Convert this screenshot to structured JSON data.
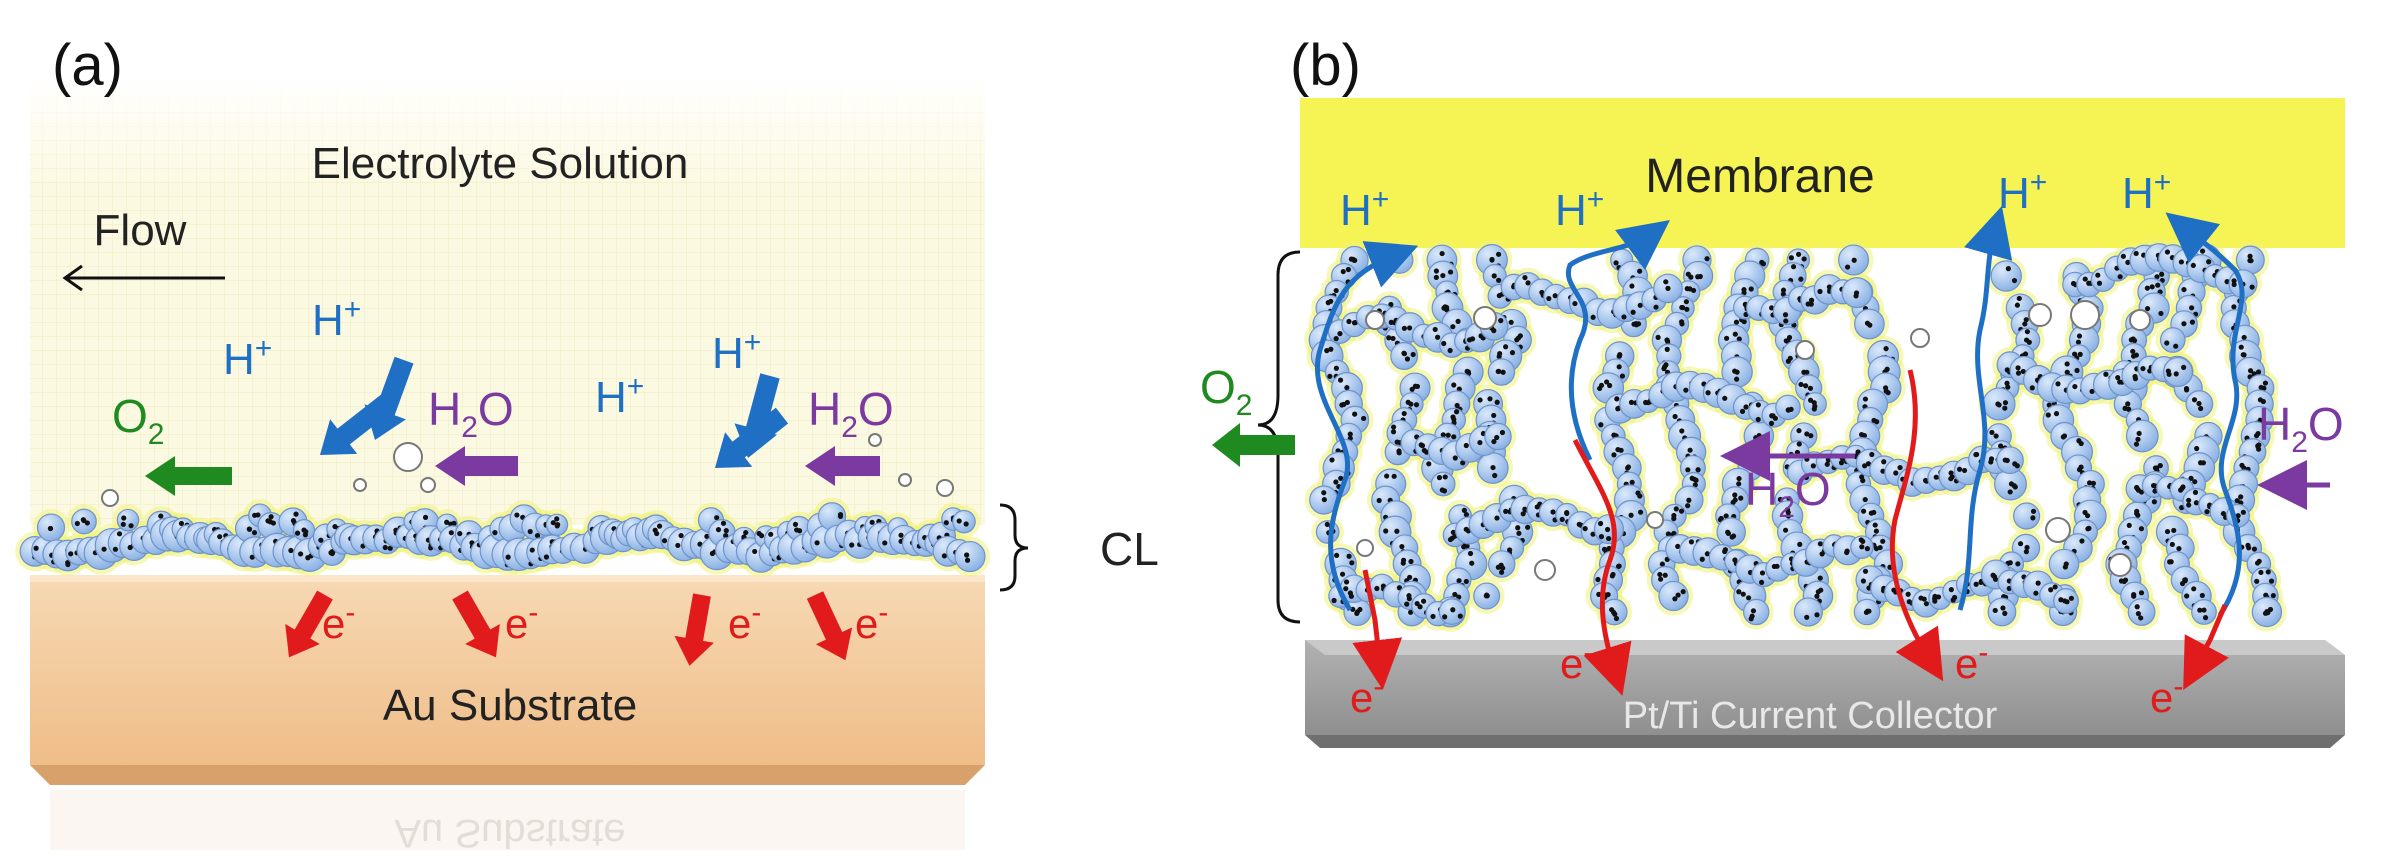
{
  "colors": {
    "electrolyte": "#fbf7d8",
    "substrate": "#f2c594",
    "membrane": "#f6f455",
    "collector": "#9c9c9c",
    "particle": "#a9c8f0",
    "proton": "#1f6fc4",
    "electron": "#e11b1b",
    "oxygen": "#1f8a1f",
    "water": "#7a3aa0",
    "glow": "#eef06a"
  },
  "panel_a": {
    "tag": "(a)",
    "electrolyte_label": "Electrolyte Solution",
    "flow_label": "Flow",
    "substrate_label": "Au Substrate",
    "substrate_reflection": "Au Substrate",
    "cl_label": "CL",
    "o2": {
      "base": "O",
      "sub": "2"
    },
    "protons": [
      {
        "base": "H",
        "sup": "+"
      },
      {
        "base": "H",
        "sup": "+"
      },
      {
        "base": "H",
        "sup": "+"
      },
      {
        "base": "H",
        "sup": "+"
      }
    ],
    "waters": [
      {
        "pre": "H",
        "sub": "2",
        "post": "O"
      },
      {
        "pre": "H",
        "sub": "2",
        "post": "O"
      }
    ],
    "electrons": [
      {
        "base": "e",
        "sup": "-"
      },
      {
        "base": "e",
        "sup": "-"
      },
      {
        "base": "e",
        "sup": "-"
      },
      {
        "base": "e",
        "sup": "-"
      }
    ]
  },
  "panel_b": {
    "tag": "(b)",
    "membrane_label": "Membrane",
    "collector_label": "Pt/Ti Current Collector",
    "o2": {
      "base": "O",
      "sub": "2"
    },
    "protons": [
      {
        "base": "H",
        "sup": "+"
      },
      {
        "base": "H",
        "sup": "+"
      },
      {
        "base": "H",
        "sup": "+"
      },
      {
        "base": "H",
        "sup": "+"
      }
    ],
    "water_center": {
      "pre": "H",
      "sub": "2",
      "post": "O"
    },
    "water_right": {
      "pre": "H",
      "sub": "2",
      "post": "O"
    },
    "electrons": [
      {
        "base": "e",
        "sup": "-"
      },
      {
        "base": "e",
        "sup": "-"
      },
      {
        "base": "e",
        "sup": "-"
      },
      {
        "base": "e",
        "sup": "-"
      }
    ]
  }
}
